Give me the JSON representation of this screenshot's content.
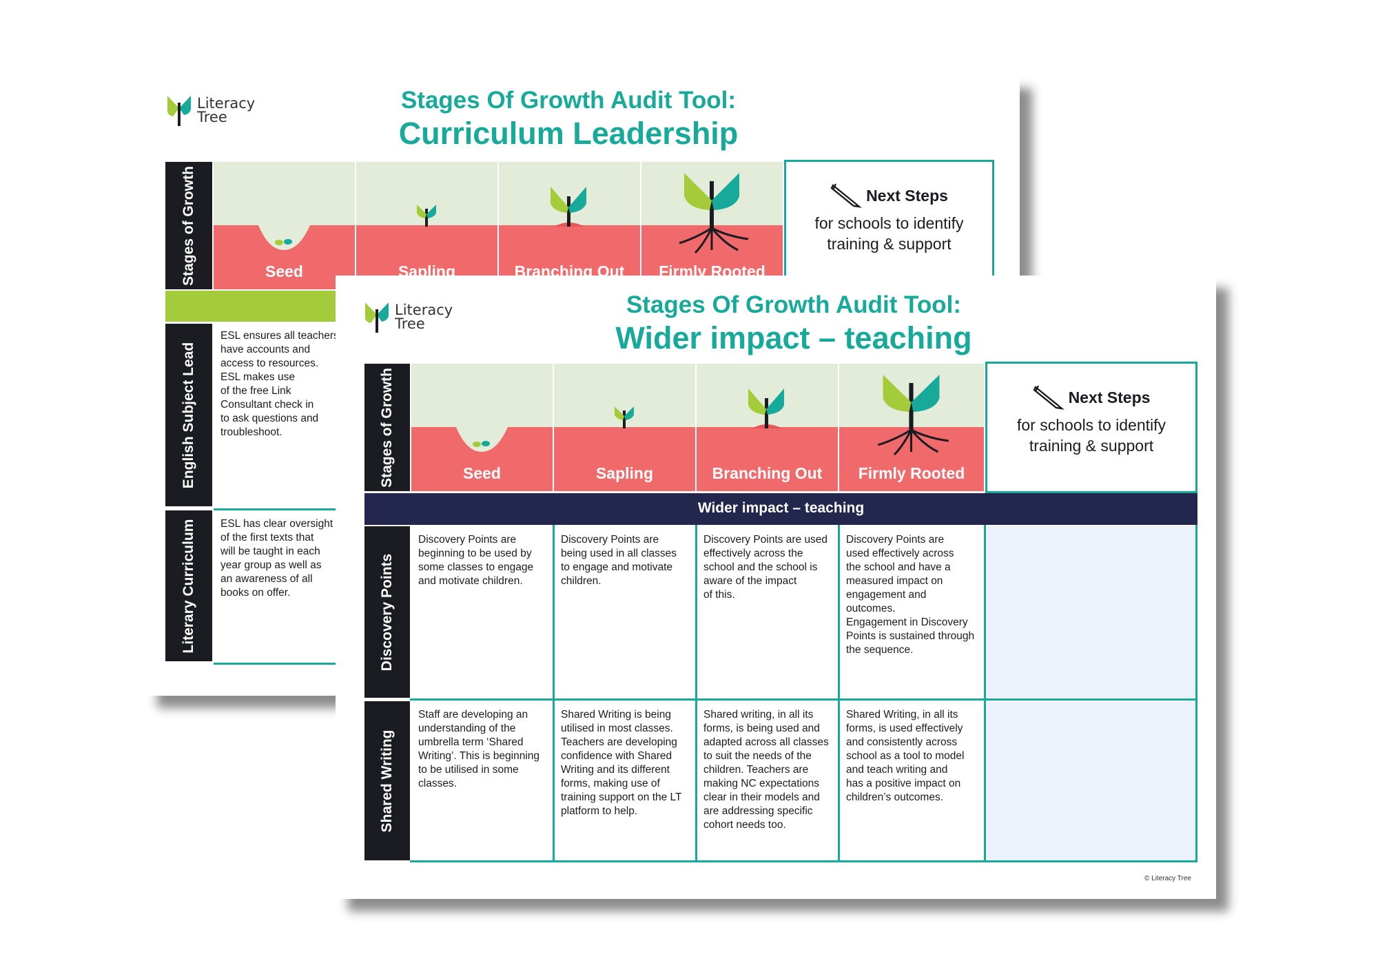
{
  "brand": {
    "logo_line1": "Literacy",
    "logo_line2": "Tree",
    "copyright": "© Literacy Tree",
    "colors": {
      "teal": "#17a99a",
      "navy": "#23274d",
      "green": "#a4cc3a",
      "coral": "#f0696b",
      "sky": "#e3ecd9"
    }
  },
  "stages": [
    "Seed",
    "Sapling",
    "Branching Out",
    "Firmly Rooted"
  ],
  "back": {
    "title_line1": "Stages Of Growth Audit Tool:",
    "title_line2": "Curriculum Leadership",
    "header_label": "Stages of Growth",
    "next_title": "Next Steps",
    "next_line1": "for schools to identify",
    "next_line2": "training & support",
    "rows": [
      {
        "label": "English Subject Lead",
        "lines": [
          "ESL ensures all teachers",
          "have accounts and",
          "access to resources.",
          "ESL makes use",
          "of the free Link",
          "Consultant check in",
          "to ask questions and",
          "troubleshoot."
        ]
      },
      {
        "label": "Literary Curriculum",
        "lines": [
          "ESL has clear oversight",
          "of the first texts that",
          "will be taught in each",
          "year group as well as",
          "an awareness of all",
          "books on offer."
        ]
      }
    ]
  },
  "front": {
    "title_line1": "Stages Of Growth Audit Tool:",
    "title_line2": "Wider impact – teaching",
    "header_label": "Stages of Growth",
    "next_title": "Next Steps",
    "next_line1": "for schools to identify",
    "next_line2": "training & support",
    "section_title": "Wider impact – teaching",
    "rows": [
      {
        "label": "Discovery Points",
        "cells": [
          [
            "Discovery Points are",
            "beginning to be used by",
            "some classes to engage",
            "and motivate children."
          ],
          [
            "Discovery Points are",
            "being used in all classes",
            "to engage and motivate",
            "children."
          ],
          [
            "Discovery Points are used",
            "effectively across the",
            "school and the school is",
            "aware of the impact",
            "of this."
          ],
          [
            "Discovery Points are",
            "used effectively across",
            "the school and have a",
            "measured impact on",
            "engagement and outcomes.",
            "Engagement in Discovery",
            "Points is sustained through",
            "the sequence."
          ]
        ]
      },
      {
        "label": "Shared Writing",
        "cells": [
          [
            "Staff are developing an",
            "understanding of the",
            "umbrella term ‘Shared",
            "Writing’. This is beginning",
            "to be utilised in some",
            "classes."
          ],
          [
            "Shared Writing is being",
            "utilised in most classes.",
            "Teachers are developing",
            "confidence with Shared",
            "Writing and its different",
            "forms, making use of",
            "training support on the LT",
            "platform to help."
          ],
          [
            "Shared writing, in all its",
            "forms, is being used and",
            "adapted across all classes",
            "to suit the needs of the",
            "children. Teachers are",
            "making NC expectations",
            "clear in their models and",
            "are addressing specific",
            "cohort needs too."
          ],
          [
            "Shared Writing, in all its",
            "forms, is used effectively",
            "and consistently across",
            "school as a tool to model",
            "and teach writing and",
            "has a positive impact on",
            "children’s outcomes."
          ]
        ]
      }
    ]
  }
}
